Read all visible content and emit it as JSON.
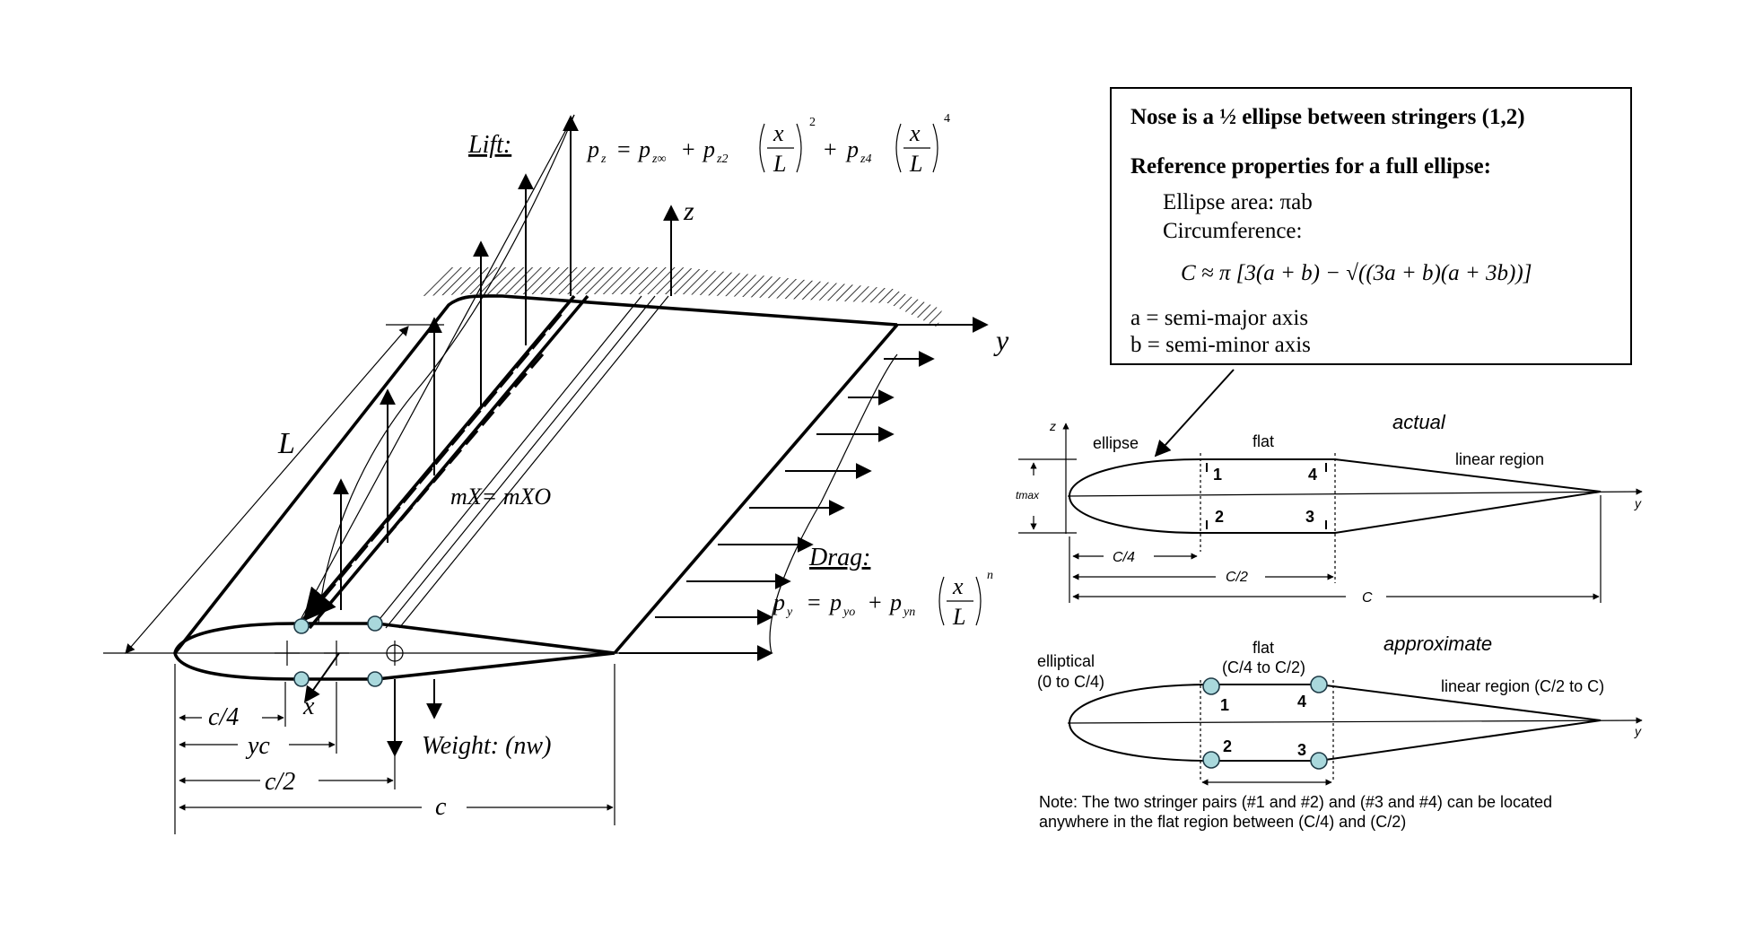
{
  "left": {
    "lift_label": "Lift:",
    "drag_label": "Drag:",
    "weight_label": "Weight: (nw)",
    "axis_z": "z",
    "axis_y": "y",
    "axis_x": "x",
    "length_label": "L",
    "moment_label": "mX= mXO",
    "lift_eq": {
      "lhs": "p",
      "lhs_sub": "z",
      "t1": "p",
      "t1_sub": "z∞",
      "t2": "p",
      "t2_sub": "z2",
      "t3": "p",
      "t3_sub": "z4",
      "frac_num": "x",
      "frac_den": "L",
      "exp2": "2",
      "exp4": "4"
    },
    "drag_eq": {
      "lhs": "p",
      "lhs_sub": "y",
      "t1": "p",
      "t1_sub": "yo",
      "t2": "p",
      "t2_sub": "yn",
      "frac_num": "x",
      "frac_den": "L",
      "exp": "n"
    },
    "dims": {
      "c4": "c/4",
      "yc": "yc",
      "c2": "c/2",
      "c": "c"
    }
  },
  "info_box": {
    "line1": "Nose is a ½ ellipse between stringers (1,2)",
    "line2": "Reference properties for a full ellipse:",
    "line3": "Ellipse area: πab",
    "line4": "Circumference:",
    "formula": "C ≈ π [3(a + b) − √((3a + b)(a + 3b))]",
    "line5": "a = semi-major axis",
    "line6": "b = semi-minor axis"
  },
  "actual": {
    "title": "actual",
    "ellipse_label": "ellipse",
    "flat_label": "flat",
    "linear_label": "linear region",
    "axis_z": "z",
    "axis_y": "y",
    "tmax": "tmax",
    "dim_c4": "C/4",
    "dim_c2": "C/2",
    "dim_c": "C",
    "stringers": [
      "1",
      "2",
      "3",
      "4"
    ]
  },
  "approximate": {
    "title": "approximate",
    "elliptical_label": "elliptical",
    "elliptical_range": "(0 to C/4)",
    "flat_label": "flat",
    "flat_range": "(C/4 to C/2)",
    "linear_label": "linear region (C/2 to C)",
    "axis_y": "y",
    "stringers": [
      "1",
      "2",
      "3",
      "4"
    ]
  },
  "note": {
    "line1": "Note: The two stringer pairs (#1 and #2) and (#3 and #4) can be located",
    "line2": "anywhere in the flat region between (C/4) and (C/2)"
  },
  "colors": {
    "stringer_fill": "#a9d8dc",
    "line": "#000000"
  }
}
